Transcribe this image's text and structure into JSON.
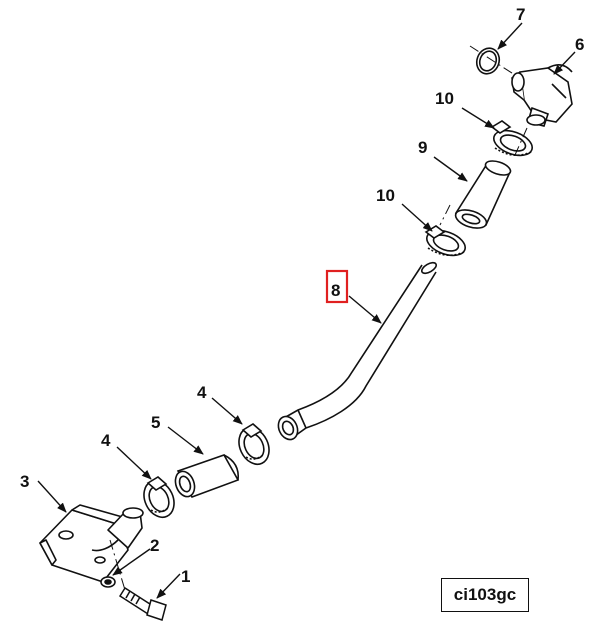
{
  "callouts": {
    "c1": "1",
    "c2": "2",
    "c3": "3",
    "c4a": "4",
    "c4b": "4",
    "c5": "5",
    "c6": "6",
    "c7": "7",
    "c8": "8",
    "c9": "9",
    "c10a": "10",
    "c10b": "10"
  },
  "highlight_color": "#e02020",
  "reference_code": "ci103gc"
}
